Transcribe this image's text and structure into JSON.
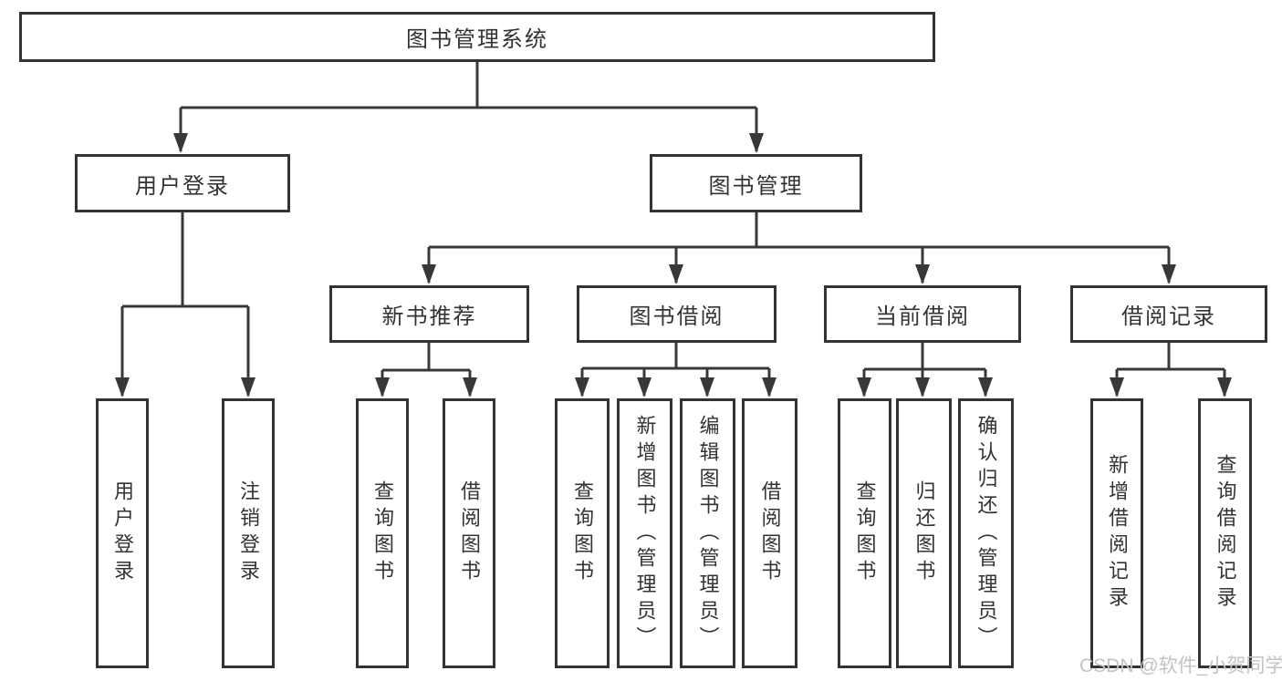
{
  "watermark": {
    "text": "CSDN @软件_小贺同学"
  },
  "colors": {
    "line": "#383838",
    "box_border": "#333333",
    "text": "#333333",
    "watermark_text": "#c3c3c3",
    "background": "#ffffff"
  },
  "tree": {
    "root": {
      "label": "图书管理系统"
    },
    "branches": [
      {
        "label": "用户登录",
        "leaves": [
          {
            "label": "用户登录"
          },
          {
            "label": "注销登录"
          }
        ]
      },
      {
        "label": "图书管理",
        "groups": [
          {
            "label": "新书推荐",
            "leaves": [
              {
                "label": "查询图书"
              },
              {
                "label": "借阅图书"
              }
            ]
          },
          {
            "label": "图书借阅",
            "leaves": [
              {
                "label": "查询图书"
              },
              {
                "label": "新增图书（管理员）"
              },
              {
                "label": "编辑图书（管理员）"
              },
              {
                "label": "借阅图书"
              }
            ]
          },
          {
            "label": "当前借阅",
            "leaves": [
              {
                "label": "查询图书"
              },
              {
                "label": "归还图书"
              },
              {
                "label": "确认归还（管理员）"
              }
            ]
          },
          {
            "label": "借阅记录",
            "leaves": [
              {
                "label": "新增借阅记录"
              },
              {
                "label": "查询借阅记录"
              }
            ]
          }
        ]
      }
    ]
  }
}
